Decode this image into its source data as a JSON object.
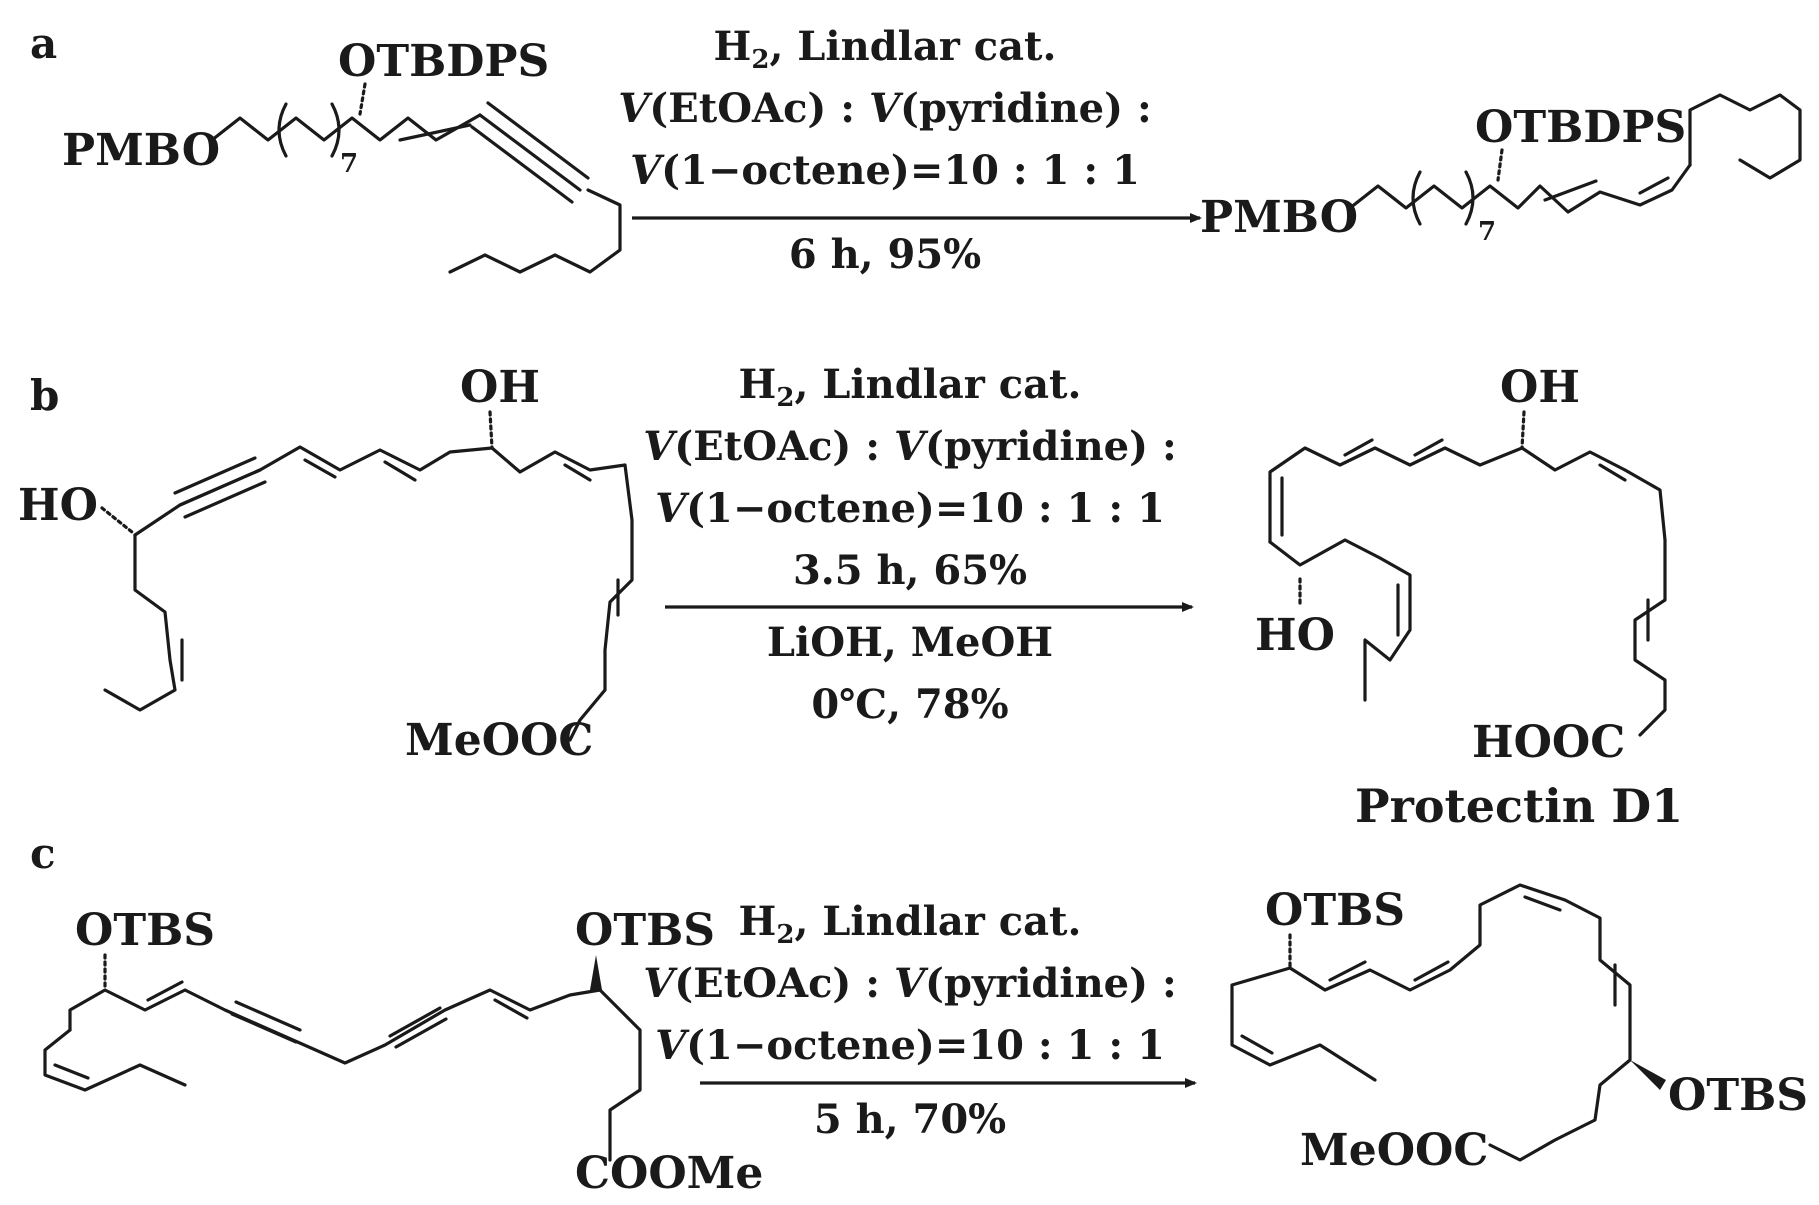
{
  "panels": [
    {
      "id": "a",
      "label": "a",
      "reactant": {
        "top_label": "OTBDPS",
        "left_label": "PMBO",
        "repeat_subscript": "7"
      },
      "conditions": {
        "line1_reagent": "H",
        "line1_sub": "2",
        "line1_rest": ", Lindlar cat.",
        "line2": [
          {
            "t": "V",
            "i": true
          },
          {
            "t": "(EtOAc) : "
          },
          {
            "t": "V",
            "i": true
          },
          {
            "t": "(pyridine) :"
          }
        ],
        "line3": [
          {
            "t": "V",
            "i": true
          },
          {
            "t": "(1−octene)=10 : 1 : 1"
          }
        ],
        "line4": "6 h, 95%"
      },
      "product": {
        "top_label": "OTBDPS",
        "left_label": "PMBO",
        "repeat_subscript": "7"
      }
    },
    {
      "id": "b",
      "label": "b",
      "reactant": {
        "oh_label": "OH",
        "ho_label": "HO",
        "ester_label": "MeOOC"
      },
      "conditions": {
        "line1_reagent": "H",
        "line1_sub": "2",
        "line1_rest": ", Lindlar cat.",
        "line2": [
          {
            "t": "V",
            "i": true
          },
          {
            "t": "(EtOAc) : "
          },
          {
            "t": "V",
            "i": true
          },
          {
            "t": "(pyridine) :"
          }
        ],
        "line3": [
          {
            "t": "V",
            "i": true
          },
          {
            "t": "(1−octene)=10 : 1 : 1"
          }
        ],
        "line4": "3.5 h, 65%",
        "line5": "LiOH, MeOH",
        "line6": "0℃, 78%"
      },
      "product": {
        "oh_label": "OH",
        "ho_label": "HO",
        "acid_label": "HOOC",
        "name": "Protectin D1"
      }
    },
    {
      "id": "c",
      "label": "c",
      "reactant": {
        "otbs_left": "OTBS",
        "otbs_right": "OTBS",
        "ester_label": "COOMe"
      },
      "conditions": {
        "line1_reagent": "H",
        "line1_sub": "2",
        "line1_rest": ", Lindlar cat.",
        "line2": [
          {
            "t": "V",
            "i": true
          },
          {
            "t": "(EtOAc) : "
          },
          {
            "t": "V",
            "i": true
          },
          {
            "t": "(pyridine) :"
          }
        ],
        "line3": [
          {
            "t": "V",
            "i": true
          },
          {
            "t": "(1−octene)=10 : 1 : 1"
          }
        ],
        "line4": "5 h, 70%"
      },
      "product": {
        "otbs_top": "OTBS",
        "otbs_right": "OTBS",
        "ester_label": "MeOOC"
      }
    }
  ]
}
